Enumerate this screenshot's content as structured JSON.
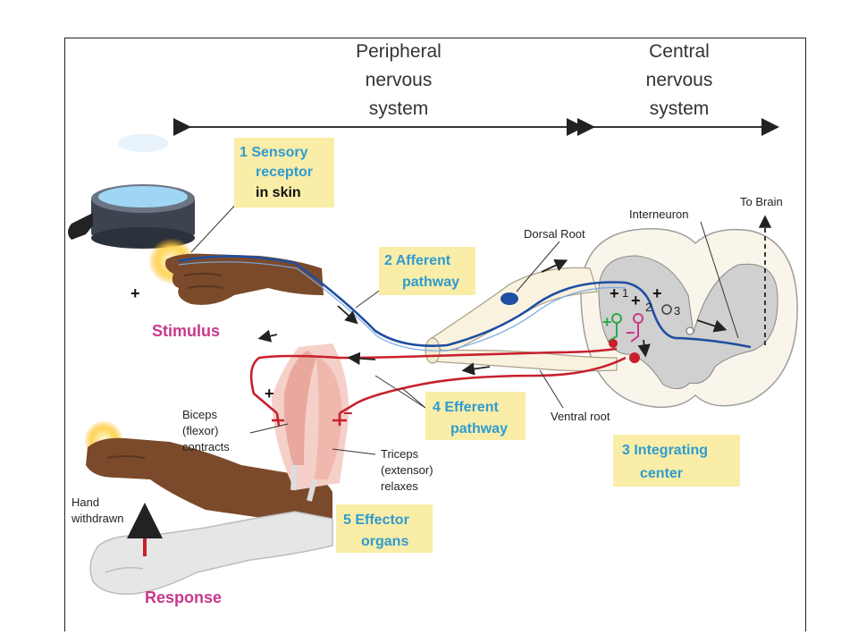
{
  "headers": {
    "peripheral": [
      "Peripheral",
      "nervous",
      "system"
    ],
    "central": [
      "Central",
      "nervous",
      "system"
    ]
  },
  "steps": {
    "sensory_receptor": [
      "1 Sensory",
      "receptor"
    ],
    "sensory_receptor_dark": "in skin",
    "afferent": [
      "2 Afferent",
      "pathway"
    ],
    "integrating": [
      "3 Integrating",
      "center"
    ],
    "efferent": [
      "4 Efferent",
      "pathway"
    ],
    "effector": [
      "5 Effector",
      "organs"
    ]
  },
  "labels": {
    "stimulus": "Stimulus",
    "response": "Response",
    "dorsal_root": "Dorsal Root",
    "ventral_root": "Ventral root",
    "interneuron": "Interneuron",
    "to_brain": "To Brain",
    "biceps": [
      "Biceps",
      "(flexor)",
      "contracts"
    ],
    "triceps": [
      "Triceps",
      "(extensor)",
      "relaxes"
    ],
    "hand_withdrawn": [
      "Hand",
      "withdrawn"
    ],
    "synapse_numbers": [
      "1",
      "2",
      "3"
    ],
    "plus": "+",
    "minus": "−"
  },
  "colors": {
    "afferent_nerve": "#1f4fa0",
    "efferent_nerve": "#c8202c",
    "step_box": "#f9eda8",
    "step_text": "#2f9bd0",
    "stimulus_response": "#c8388c"
  }
}
